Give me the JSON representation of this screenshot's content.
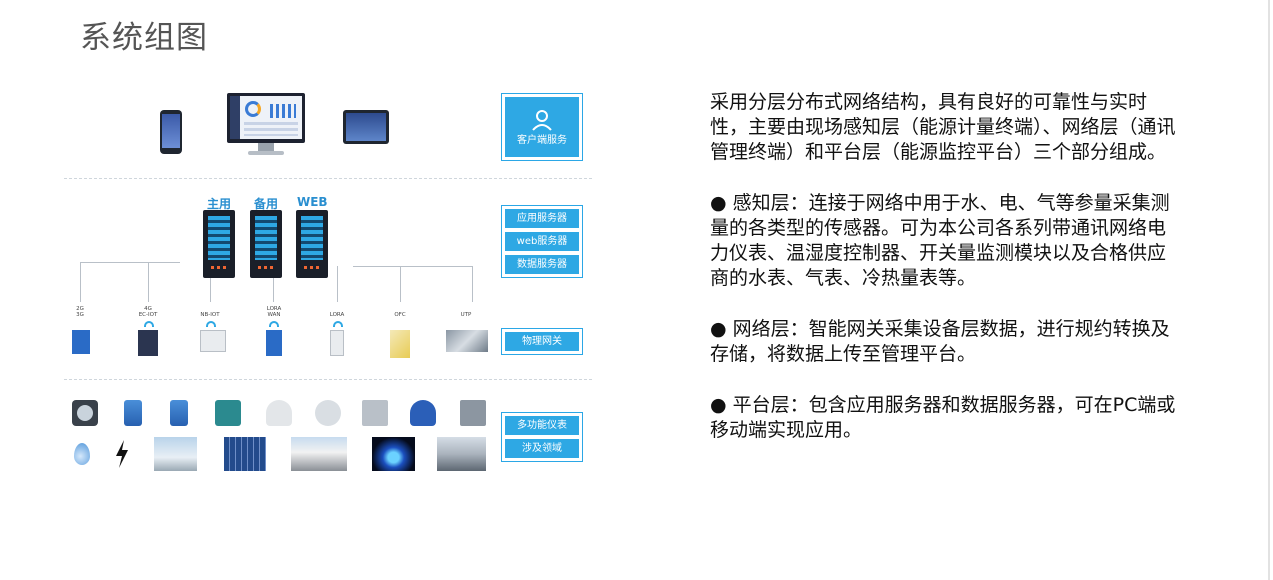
{
  "title": "系统组图",
  "diagram": {
    "client_label": "客户端服务",
    "servers": [
      "主用",
      "备用",
      "WEB"
    ],
    "server_labels": [
      "应用服务器",
      "web服务器",
      "数据服务器"
    ],
    "gateway_tags": [
      "2G\n3G",
      "4G\nEC-IOT",
      "NB-IOT",
      "LORA\nWAN",
      "LORA",
      "OFC",
      "UTP"
    ],
    "gateway_label": "物理网关",
    "bottom_labels": [
      "多功能仪表",
      "涉及领域"
    ]
  },
  "description": {
    "paragraphs": [
      "采用分层分布式网络结构，具有良好的可靠性与实时性，主要由现场感知层（能源计量终端）、网络层（通讯管理终端）和平台层（能源监控平台）三个部分组成。",
      "● 感知层：连接于网络中用于水、电、气等参量采集测量的各类型的传感器。可为本公司各系列带通讯网络电力仪表、温湿度控制器、开关量监测模块以及合格供应商的水表、气表、冷热量表等。",
      "● 网络层：智能网关采集设备层数据，进行规约转换及存储，将数据上传至管理平台。",
      "● 平台层：包含应用服务器和数据服务器，可在PC端或移动端实现应用。"
    ]
  }
}
